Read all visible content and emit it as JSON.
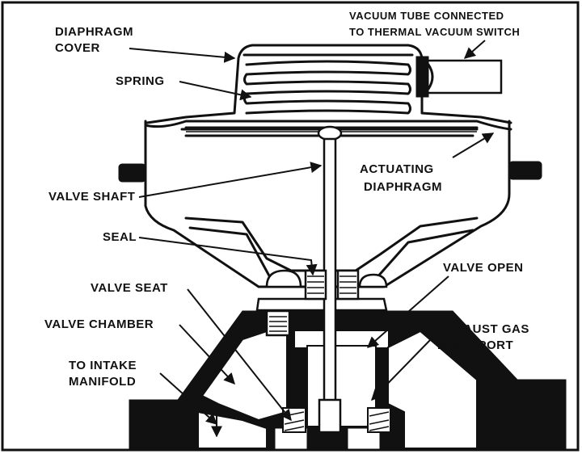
{
  "labels": {
    "diaphragm_cover_line1": "DIAPHRAGM",
    "diaphragm_cover_line2": "COVER",
    "vacuum_tube_line1": "VACUUM TUBE CONNECTED",
    "vacuum_tube_line2": "TO THERMAL VACUUM SWITCH",
    "spring": "SPRING",
    "actuating_diaphragm_line1": "ACTUATING",
    "actuating_diaphragm_line2": "DIAPHRAGM",
    "valve_shaft": "VALVE SHAFT",
    "seal": "SEAL",
    "valve_open": "VALVE OPEN",
    "valve_seat": "VALVE SEAT",
    "valve_chamber": "VALVE CHAMBER",
    "exhaust_gas_line1": "EXHAUST GAS",
    "exhaust_gas_line2": "INLET PORT",
    "to_intake_line1": "TO INTAKE",
    "to_intake_line2": "MANIFOLD"
  }
}
